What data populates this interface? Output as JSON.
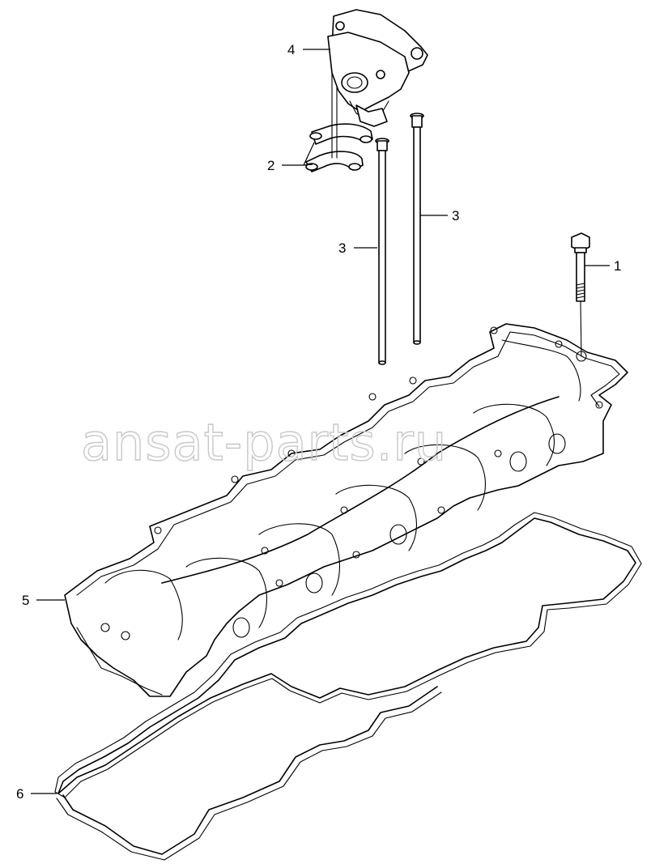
{
  "diagram": {
    "callouts": {
      "c1": "1",
      "c2": "2",
      "c3a": "3",
      "c3b": "3",
      "c4": "4",
      "c5": "5",
      "c6": "6"
    },
    "watermark": "ansat-parts.ru"
  }
}
